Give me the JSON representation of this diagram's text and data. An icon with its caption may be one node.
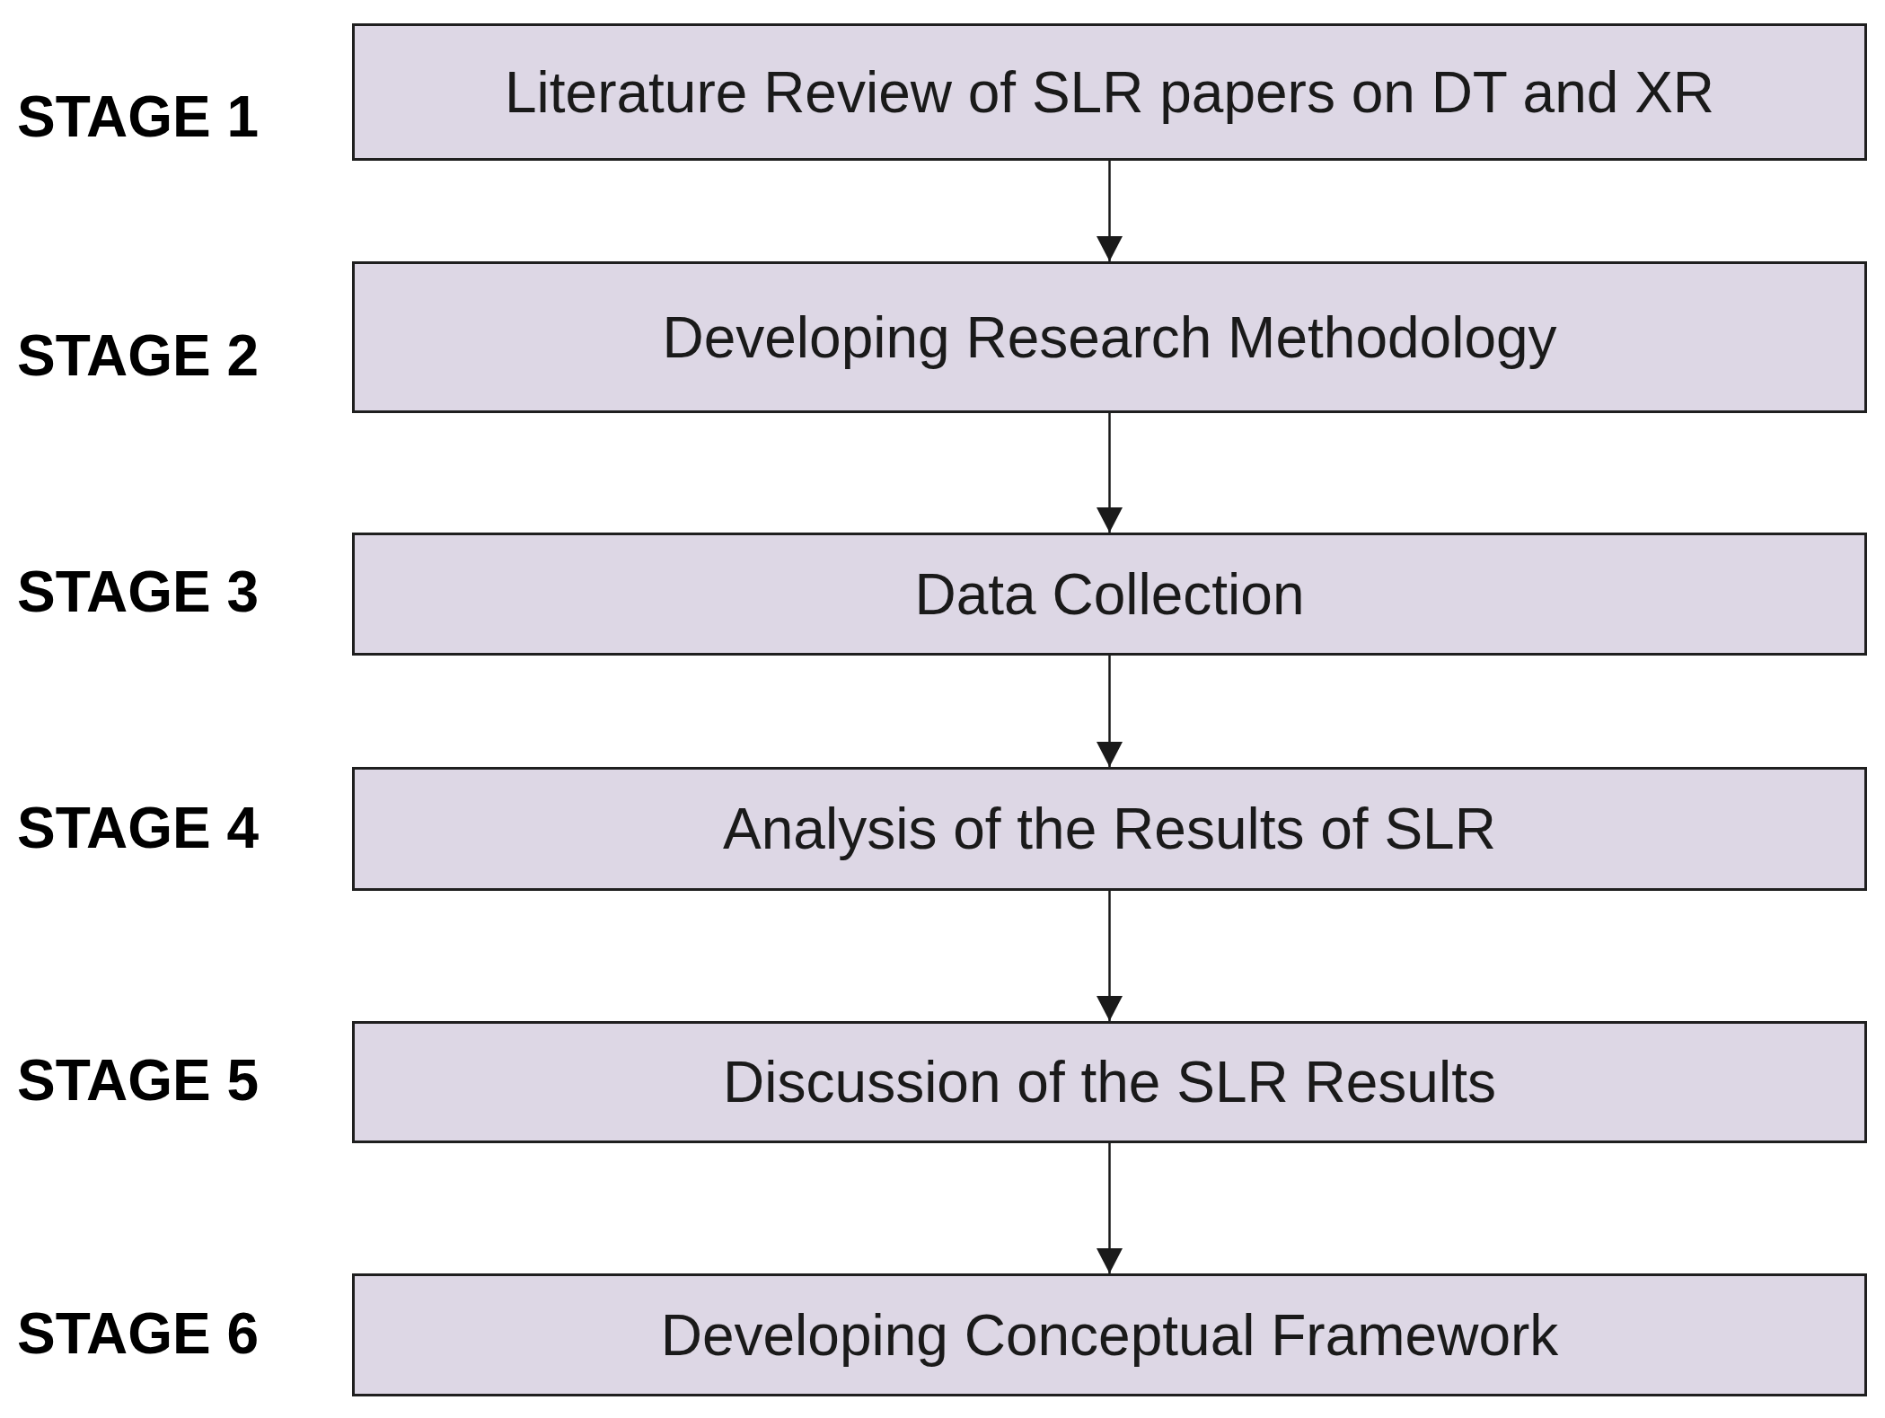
{
  "diagram": {
    "nodes": [
      {
        "text": [
          "Literature Review of SLR papers on DT and XR"
        ],
        "beside": [
          "STAGE 1"
        ]
      },
      {
        "text": [
          "Developing Research Methodology"
        ],
        "beside": [
          "STAGE 2"
        ]
      },
      {
        "text": [
          "Data Collection"
        ],
        "beside": [
          "STAGE 3"
        ]
      },
      {
        "text": [
          "Analysis of the Results of SLR"
        ],
        "beside": [
          "STAGE 4"
        ]
      },
      {
        "text": [
          "Discussion of the SLR Results"
        ],
        "beside": [
          "STAGE 5"
        ]
      },
      {
        "text": [
          "Developing Conceptual Framework"
        ],
        "beside": [
          "STAGE 6"
        ]
      }
    ],
    "edges": [
      {
        "from": 0,
        "to": 1,
        "arrow": "to"
      },
      {
        "from": 1,
        "to": 2,
        "arrow": "to"
      },
      {
        "from": 2,
        "to": 3,
        "arrow": "to"
      },
      {
        "from": 3,
        "to": 4,
        "arrow": "to"
      },
      {
        "from": 4,
        "to": 5,
        "arrow": "to"
      }
    ]
  }
}
